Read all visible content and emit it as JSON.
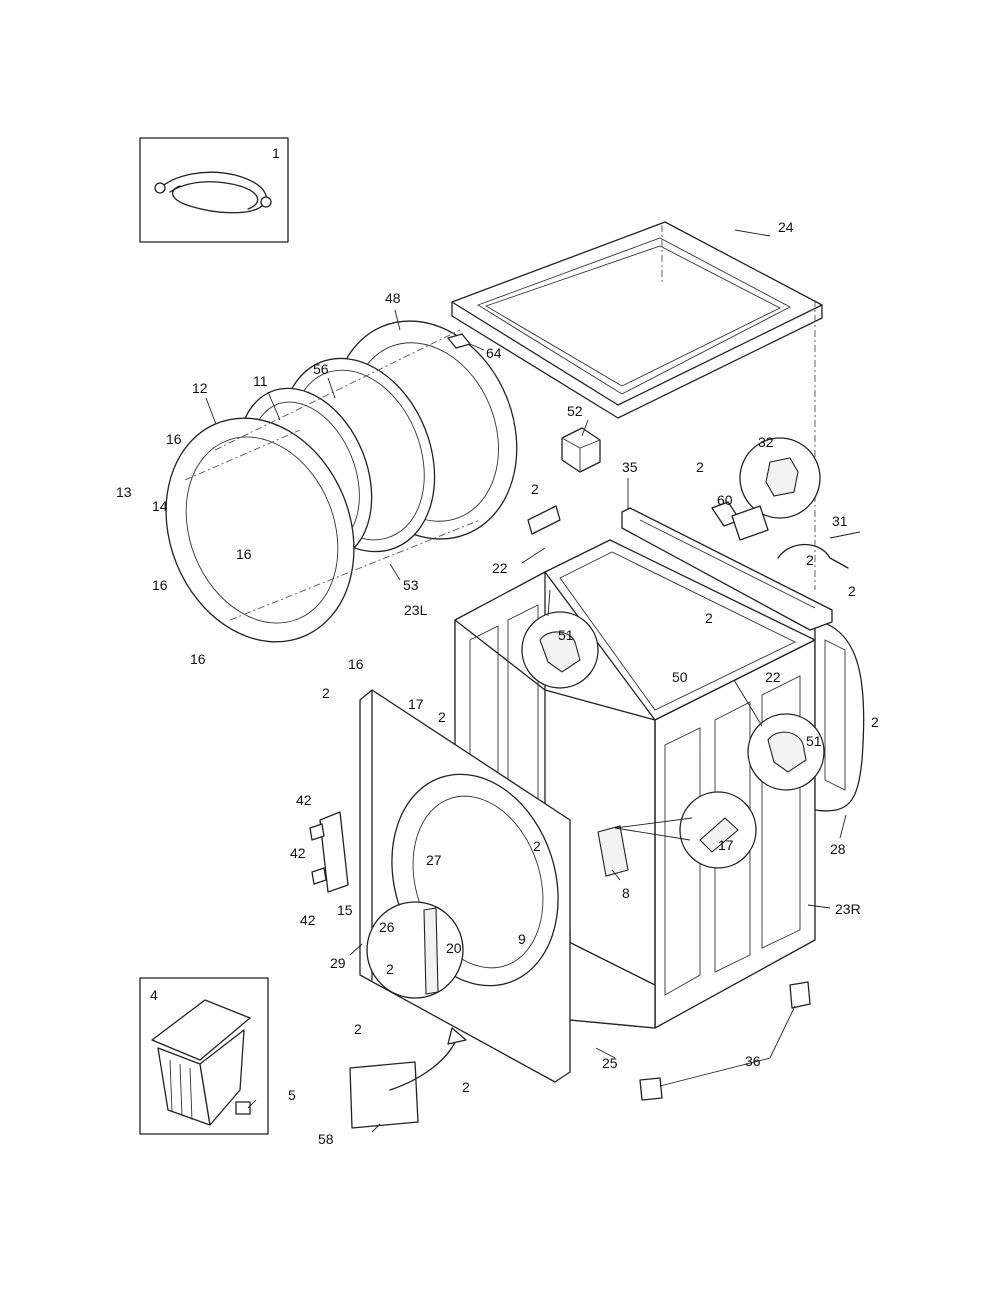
{
  "labels": {
    "p1": "1",
    "p24": "24",
    "p48": "48",
    "p64": "64",
    "p56": "56",
    "p12": "12",
    "p11": "11",
    "p16a": "16",
    "p13": "13",
    "p14": "14",
    "p16b": "16",
    "p16c": "16",
    "p53": "53",
    "p16d": "16",
    "p16e": "16",
    "p23L": "23L",
    "p22a": "22",
    "p2a": "2",
    "p52": "52",
    "p35": "35",
    "p2b": "2",
    "p60": "60",
    "p32": "32",
    "p31": "31",
    "p2c": "2",
    "p2d": "2",
    "p51a": "51",
    "p2e": "2",
    "p50": "50",
    "p22b": "22",
    "p2f": "2",
    "p51b": "51",
    "p2g": "2",
    "p17a": "17",
    "p2h": "2",
    "p42a": "42",
    "p42b": "42",
    "p27": "27",
    "p2i": "2",
    "p17b": "17",
    "p28": "28",
    "p42c": "42",
    "p15": "15",
    "p8": "8",
    "p26": "26",
    "p20": "20",
    "p9": "9",
    "p23R": "23R",
    "p29": "29",
    "p4": "4",
    "p2j": "2",
    "p2k": "2",
    "p25": "25",
    "p36": "36",
    "p5": "5",
    "p2l": "2",
    "p58": "58"
  }
}
